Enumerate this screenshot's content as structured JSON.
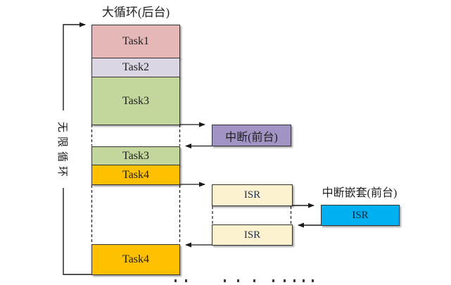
{
  "diagram": {
    "loop_title": "大循环(后台)",
    "loop_side_label": "无限循环",
    "background_column": {
      "task1": "Task1",
      "task2": "Task2",
      "task3_first": "Task3",
      "task3_second": "Task3",
      "task4_first": "Task4",
      "task4_bottom": "Task4"
    },
    "foreground": {
      "interrupt_box": "中断(前台)",
      "isr_first": "ISR",
      "isr_second": "ISR",
      "nested_title": "中断嵌套(前台)",
      "nested_isr": "ISR"
    },
    "colors": {
      "task1_fill": "#e5b8b7",
      "task2_fill": "#dcd5e4",
      "task3_fill": "#c3d69b",
      "task4_fill": "#ffc000",
      "interrupt_fill": "#a193c3",
      "isr_fill": "#fdf2cf",
      "nested_isr_fill": "#00b0f0",
      "line_color": "#1a1a1a"
    },
    "caption_marks_x": [
      248,
      263,
      318,
      337,
      360,
      387,
      403,
      417,
      430,
      443
    ]
  }
}
